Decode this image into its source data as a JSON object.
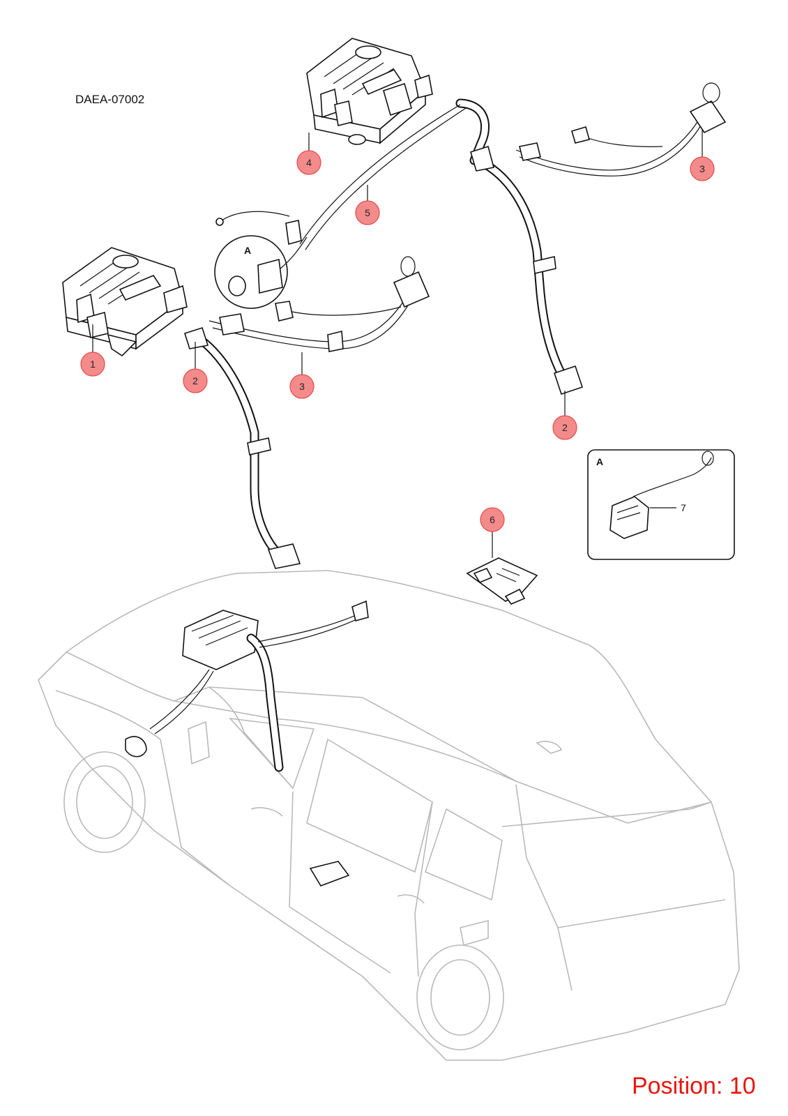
{
  "document_code": "DAEA-07002",
  "position_label": "Position: 10",
  "callouts": [
    {
      "id": "c4",
      "number": "4"
    },
    {
      "id": "c5",
      "number": "5"
    },
    {
      "id": "c3-top",
      "number": "3"
    },
    {
      "id": "c1",
      "number": "1"
    },
    {
      "id": "c2-left",
      "number": "2"
    },
    {
      "id": "c3-mid",
      "number": "3"
    },
    {
      "id": "c2-right",
      "number": "2"
    },
    {
      "id": "c6",
      "number": "6"
    }
  ],
  "inset": {
    "title": "A",
    "part_number": "7"
  },
  "detail_label": "A",
  "colors": {
    "callout_fill": "#f48b8b",
    "position_text": "#e8150f",
    "car_outline": "#b9b9b9"
  }
}
